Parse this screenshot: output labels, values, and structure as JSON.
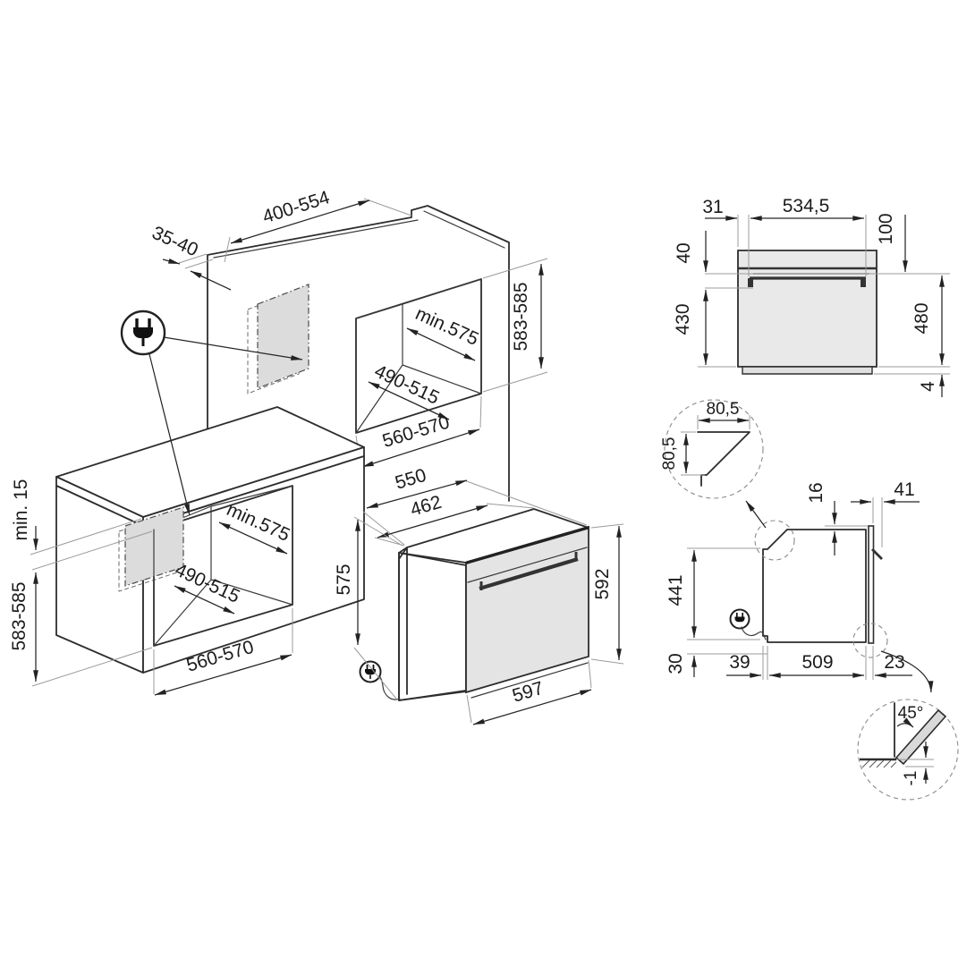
{
  "drawing": {
    "kind": "built-in oven installation diagram",
    "colors": {
      "line": "#2d2d2d",
      "panel_gray": "#e9e9e9",
      "door_gray": "#e4e4e4",
      "patch_gray": "#dcdcdc",
      "detail_bar_gray": "#d9d9d9"
    }
  },
  "labels": {
    "column": {
      "top_cutout": "400-554",
      "top_clearance": "35-40",
      "niche_height": "583-585",
      "niche_depth": "min.575",
      "rear_clearance": "490-515",
      "niche_width": "560-570"
    },
    "base": {
      "counter_gap": "min. 15",
      "niche_height": "583-585",
      "niche_depth": "min.575",
      "rear_clearance": "490-515",
      "niche_width": "560-570"
    },
    "oven": {
      "depth_total": "550",
      "depth_body": "462",
      "height_rear": "575",
      "height_front": "592",
      "width": "597"
    },
    "rear": {
      "left_offset": "31",
      "bracket_width": "534,5",
      "top_to_bracket": "100",
      "top_strip": "40",
      "lower_body": "430",
      "bracket_to_base": "480",
      "base": "4"
    },
    "side": {
      "chamfer_width": "80,5",
      "chamfer_height": "80,5",
      "top_recess": "16",
      "door_projection": "41",
      "body_height": "441",
      "floor_gap": "30",
      "front_inset": "39",
      "body_depth": "509",
      "door_offset": "23"
    },
    "detail": {
      "door_angle": "45°",
      "door_drop": "-1"
    }
  },
  "icons": {
    "plug": "power-plug"
  }
}
